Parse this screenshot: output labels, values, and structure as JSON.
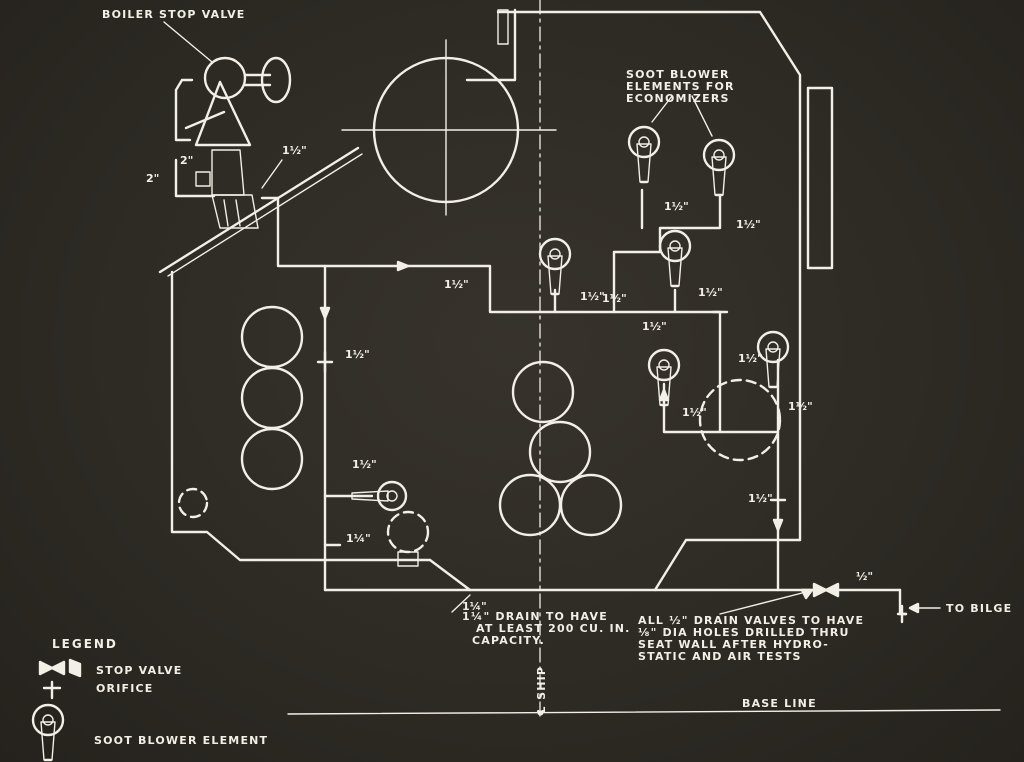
{
  "labels": {
    "boiler_stop_valve": "BOILER STOP VALVE",
    "soot_blower_line1": "SOOT BLOWER",
    "soot_blower_line2": "ELEMENTS FOR",
    "soot_blower_line3": "ECONOMIZERS",
    "drain_note_line1": "1¼\" DRAIN TO HAVE",
    "drain_note_line2": "AT LEAST 200 CU. IN.",
    "drain_note_line3": "CAPACITY.",
    "valves_note_line1": "ALL ½\" DRAIN VALVES TO HAVE",
    "valves_note_line2": "⅛\" DIA HOLES DRILLED THRU",
    "valves_note_line3": "SEAT WALL AFTER HYDRO-",
    "valves_note_line4": "STATIC AND AIR TESTS",
    "to_bilge": "TO BILGE",
    "base_line": "BASE LINE",
    "ship_centerline": "℄ SHIP"
  },
  "pipe_sizes": {
    "two_a": "2\"",
    "two_b": "2\"",
    "one_half_top": "1½\"",
    "one_half_a": "1½\"",
    "one_half_b": "1½\"",
    "one_half_c": "1½\"",
    "one_half_d": "1½\"",
    "one_half_e": "1½\"",
    "one_half_f": "1½\"",
    "one_half_g": "1½\"",
    "one_half_h": "1½\"",
    "one_half_i": "1½\"",
    "one_half_j": "1½\"",
    "one_half_k": "1½\"",
    "one_half_l": "1½\"",
    "one_half_m": "1½\"",
    "one_quarter_a": "1¼\"",
    "one_quarter_b": "1¼\"",
    "half_inch": "½\""
  },
  "legend": {
    "title": "LEGEND",
    "stop_valve": "STOP VALVE",
    "orifice": "ORIFICE",
    "soot_blower_element": "SOOT BLOWER ELEMENT"
  },
  "colors": {
    "background": "#2e2b25",
    "ink": "#f2efe6"
  }
}
